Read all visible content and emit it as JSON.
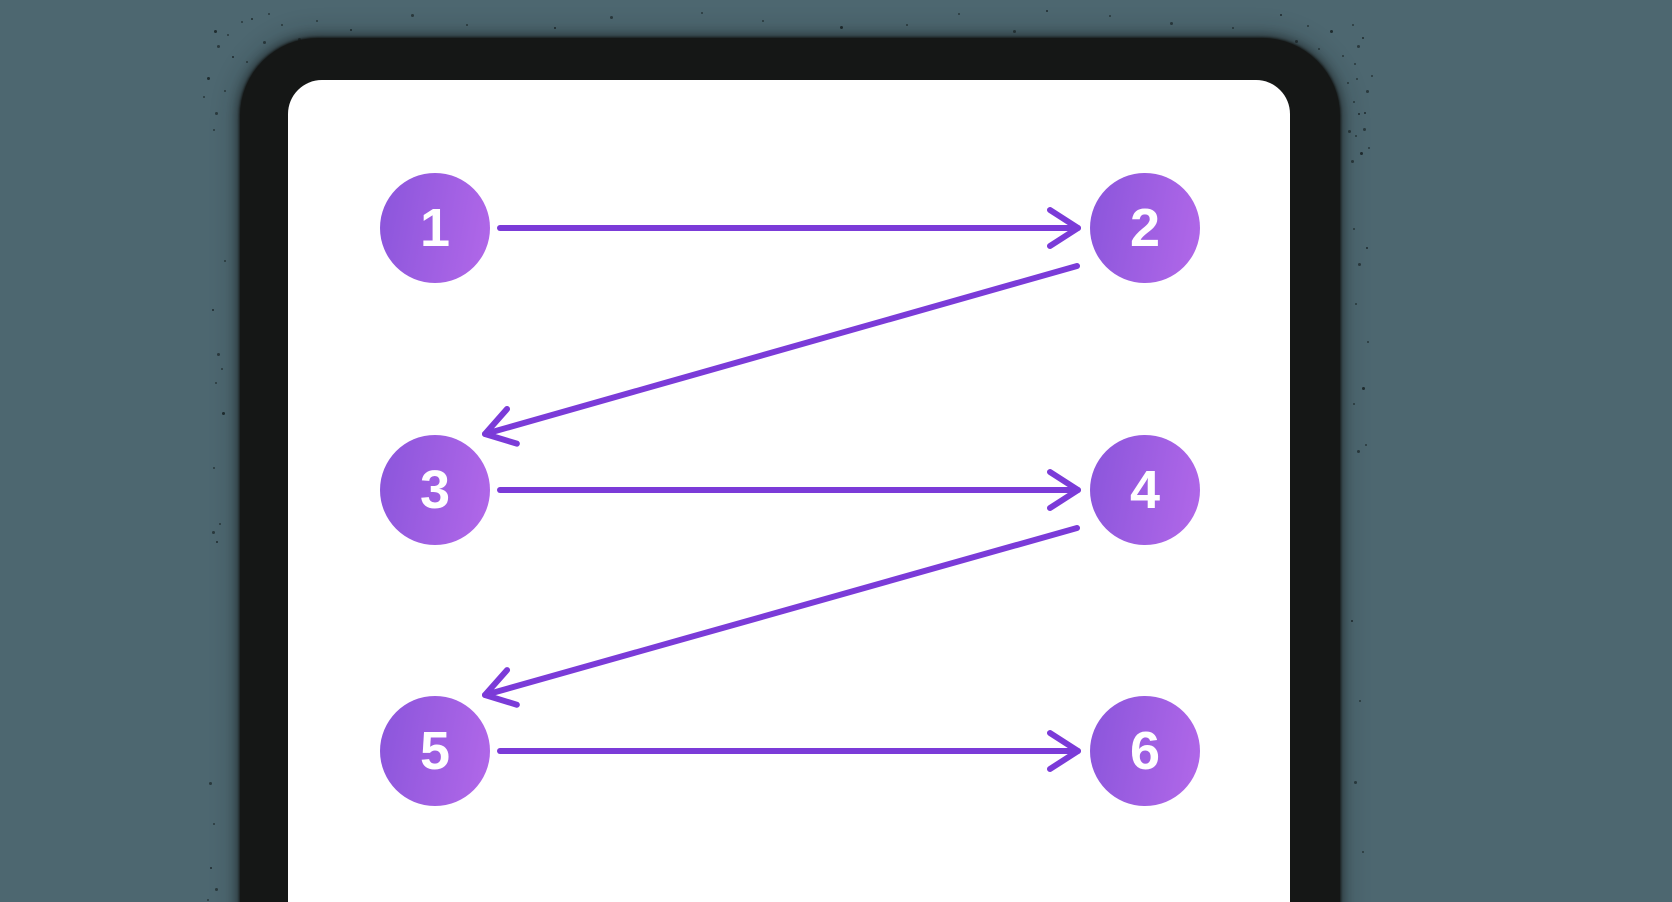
{
  "canvas": {
    "background_color": "#4D6770",
    "frame_color": "#151716",
    "card_color": "#FFFFFF"
  },
  "diagram": {
    "arrow_color": "#7B3BD8",
    "node_gradient_start": "#8A55DB",
    "node_gradient_end": "#B268E9",
    "node_text_color": "#FFFFFF",
    "nodes": [
      {
        "id": 1,
        "label": "1",
        "col": "left",
        "row": 0
      },
      {
        "id": 2,
        "label": "2",
        "col": "right",
        "row": 0
      },
      {
        "id": 3,
        "label": "3",
        "col": "left",
        "row": 1
      },
      {
        "id": 4,
        "label": "4",
        "col": "right",
        "row": 1
      },
      {
        "id": 5,
        "label": "5",
        "col": "left",
        "row": 2
      },
      {
        "id": 6,
        "label": "6",
        "col": "right",
        "row": 2
      }
    ],
    "edges": [
      {
        "from": 1,
        "to": 2,
        "type": "horizontal"
      },
      {
        "from": 2,
        "to": 3,
        "type": "diagonal"
      },
      {
        "from": 3,
        "to": 4,
        "type": "horizontal"
      },
      {
        "from": 4,
        "to": 5,
        "type": "diagonal"
      },
      {
        "from": 5,
        "to": 6,
        "type": "horizontal"
      }
    ]
  }
}
